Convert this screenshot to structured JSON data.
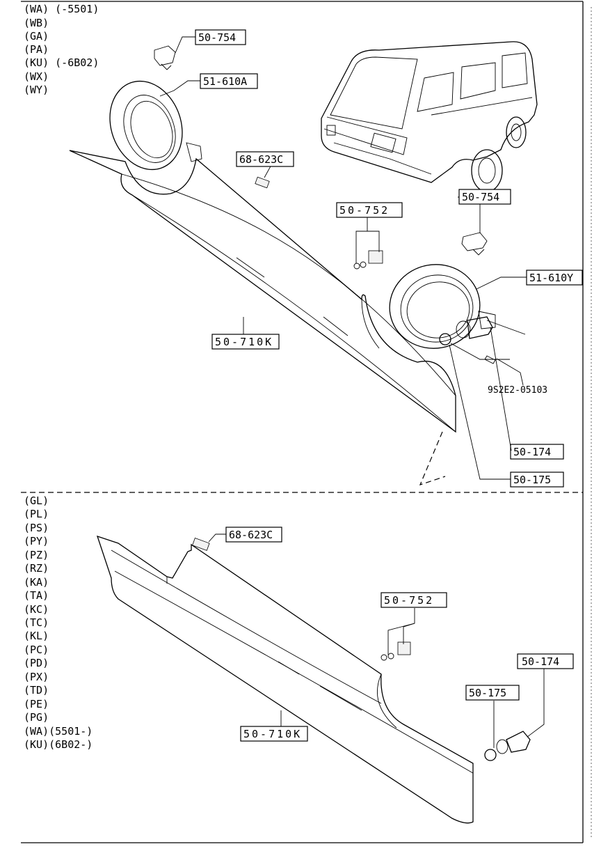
{
  "top_section": {
    "applicability": [
      "(WA) (-5501)",
      "(WB)",
      "(GA)",
      "(PA)",
      "(KU) (-6B02)",
      "(WX)",
      "(WY)"
    ],
    "parts": {
      "bracket_top": "50-754",
      "ring_left": "51-610A",
      "cap_top": "68-623C",
      "bracket_mid": "50-754",
      "clip_top": "50-752",
      "ring_right": "51-610Y",
      "bumper_top": "50-710K",
      "screw": "9S2E2-05103",
      "lamp_top": "50-174",
      "bulb_top": "50-175"
    }
  },
  "bottom_section": {
    "applicability": [
      "(GL)",
      "(PL)",
      "(PS)",
      "(PY)",
      "(PZ)",
      "(RZ)",
      "(KA)",
      "(TA)",
      "(KC)",
      "(TC)",
      "(KL)",
      "(PC)",
      "(PD)",
      "(PX)",
      "(TD)",
      "(PE)",
      "(PG)",
      "(WA)(5501-)",
      "(KU)(6B02-)"
    ],
    "parts": {
      "cap_bottom": "68-623C",
      "clip_bottom": "50-752",
      "lamp_bottom": "50-174",
      "bulb_bottom": "50-175",
      "bumper_bottom": "50-710K"
    }
  }
}
